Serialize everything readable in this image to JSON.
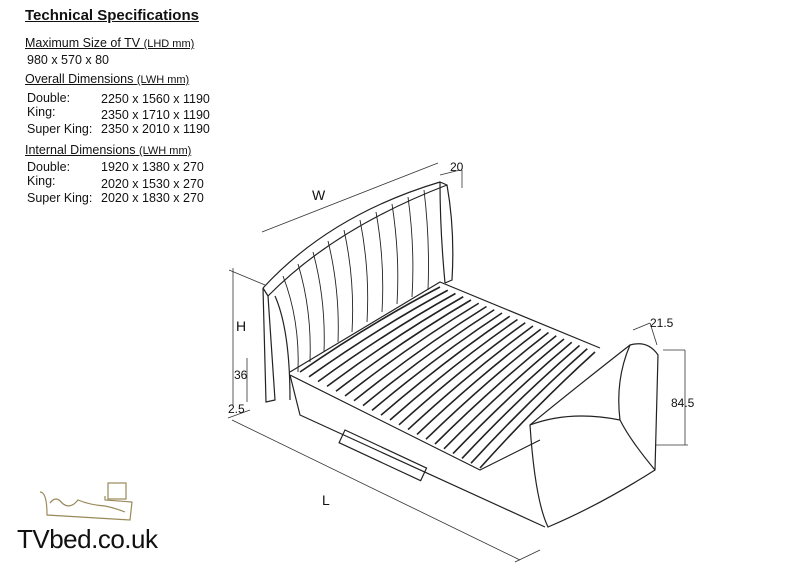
{
  "title": "Technical Specifications",
  "tv": {
    "heading": "Maximum Size of TV",
    "unit": "(LHD mm)",
    "value": "980 x 570 x 80"
  },
  "overall": {
    "heading": "Overall Dimensions",
    "unit": "(LWH mm)",
    "rows": [
      {
        "label": "Double:",
        "value": "2250 x 1560 x 1190"
      },
      {
        "label": "King:",
        "value": "2350 x 1710 x 1190"
      },
      {
        "label": "Super King:",
        "value": "2350 x 2010 x 1190"
      }
    ]
  },
  "internal": {
    "heading": "Internal Dimensions",
    "unit": "(LWH mm)",
    "rows": [
      {
        "label": "Double:",
        "value": "1920 x 1380 x 270"
      },
      {
        "label": "King:",
        "value": "2020 x 1530 x 270"
      },
      {
        "label": "Super King:",
        "value": "2020 x 1830 x 270"
      }
    ]
  },
  "diagram": {
    "w": "W",
    "h": "H",
    "l": "L",
    "d20": "20",
    "d36": "36",
    "d25": "2.5",
    "d215": "21.5",
    "d845": "84.5"
  },
  "logo": {
    "text": "TVbed.co.uk",
    "color": "#9a8a5a"
  }
}
